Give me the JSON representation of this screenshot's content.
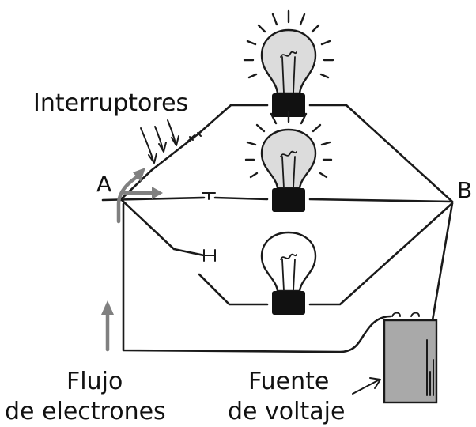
{
  "labels": {
    "switches": "Interruptores",
    "node_a": "A",
    "node_b": "B",
    "flow_line1": "Flujo",
    "flow_line2": "de electrones",
    "source_line1": "Fuente",
    "source_line2": "de voltaje"
  },
  "bulbs": [
    {
      "id": "top",
      "state": "lit"
    },
    {
      "id": "middle",
      "state": "lit"
    },
    {
      "id": "bottom",
      "state": "off"
    }
  ],
  "colors": {
    "ink": "#1a1a1a",
    "electron_flow_arrow": "#808080",
    "battery_fill": "#a9a9a9"
  },
  "icons": [
    "light-bulb-icon",
    "switch-icon",
    "battery-icon",
    "arrow-icon"
  ]
}
